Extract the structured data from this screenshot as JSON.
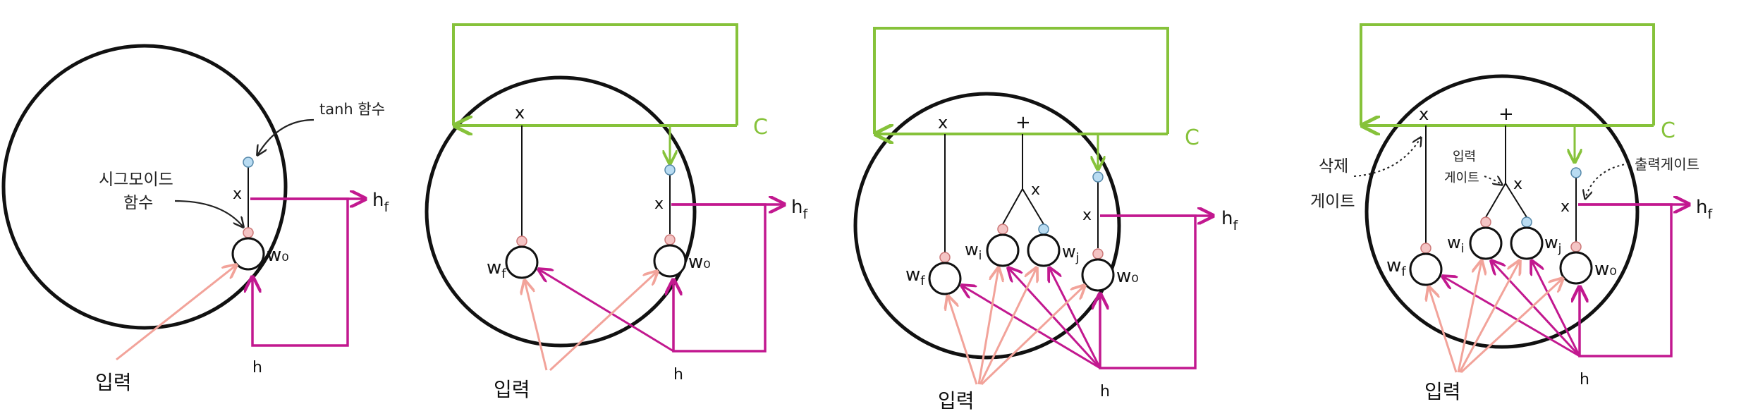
{
  "colors": {
    "cell": "#111111",
    "cell_state": "#86c23a",
    "hidden": "#c2188f",
    "input": "#f2a39a",
    "sigmoid_dot": "#f4c4c4",
    "tanh_dot": "#b9dcf2",
    "annotation": "#222222"
  },
  "panel1": {
    "tanh_label": "tanh 함수",
    "sigmoid_label_1": "시그모이드",
    "sigmoid_label_2": "함수",
    "x_op": "x",
    "wo": "w₀",
    "hf": "h",
    "hf_sub": "f",
    "h": "h",
    "input": "입력"
  },
  "panel2": {
    "c": "C",
    "x_op_top": "x",
    "x_op": "x",
    "wf": "w",
    "wf_sub": "f",
    "wo": "w₀",
    "hf": "h",
    "hf_sub": "f",
    "h": "h",
    "input": "입력"
  },
  "panel3": {
    "c": "C",
    "x_op_top": "x",
    "plus_op": "+",
    "x_op_mid": "x",
    "x_op": "x",
    "wf": "w",
    "wf_sub": "f",
    "wi": "w",
    "wi_sub": "i",
    "wj": "w",
    "wj_sub": "j",
    "wo": "w₀",
    "hf": "h",
    "hf_sub": "f",
    "h": "h",
    "input": "입력"
  },
  "panel4": {
    "c": "C",
    "x_op_top": "x",
    "plus_op": "+",
    "x_op_mid": "x",
    "x_op": "x",
    "wf": "w",
    "wf_sub": "f",
    "wi": "w",
    "wi_sub": "i",
    "wj": "w",
    "wj_sub": "j",
    "wo": "w₀",
    "hf": "h",
    "hf_sub": "f",
    "h": "h",
    "input": "입력",
    "forget_gate_1": "삭제",
    "forget_gate_2": "게이트",
    "input_gate_1": "입력",
    "input_gate_2": "게이트",
    "output_gate": "출력게이트"
  }
}
